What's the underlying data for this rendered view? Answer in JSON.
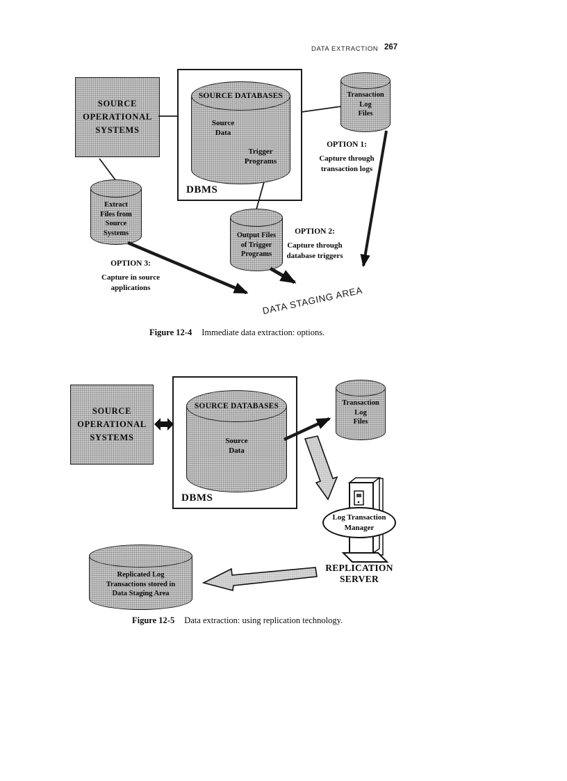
{
  "header": {
    "running_head": "DATA EXTRACTION",
    "page_number": "267"
  },
  "colors": {
    "fill_gray": "#c6c6c6",
    "texture_dot": "#8f8f8f",
    "block_arrow_gray": "#d6d6d6",
    "line_black": "#1a1a1a",
    "paper": "#ffffff"
  },
  "figure1": {
    "caption_label": "Figure 12-4",
    "caption_text": "Immediate data extraction: options.",
    "source_operational_systems": "SOURCE\nOPERATIONAL\nSYSTEMS",
    "dbms_label": "DBMS",
    "source_databases_title": "SOURCE DATABASES",
    "source_data": "Source\nData",
    "trigger_programs": "Trigger\nPrograms",
    "transaction_log_files": "Transaction\nLog\nFiles",
    "extract_files": "Extract\nFiles from\nSource\nSystems",
    "output_files": "Output Files\nof Trigger\nPrograms",
    "option1_title": "OPTION 1:",
    "option1_body": "Capture through\ntransaction logs",
    "option2_title": "OPTION 2:",
    "option2_body": "Capture through\ndatabase triggers",
    "option3_title": "OPTION 3:",
    "option3_body": "Capture in source\napplications",
    "staging_label": "DATA STAGING AREA"
  },
  "figure2": {
    "caption_label": "Figure 12-5",
    "caption_text": "Data extraction: using replication technology.",
    "source_operational_systems": "SOURCE\nOPERATIONAL\nSYSTEMS",
    "dbms_label": "DBMS",
    "source_databases_title": "SOURCE DATABASES",
    "source_data": "Source\nData",
    "transaction_log_files": "Transaction\nLog\nFiles",
    "log_transaction_manager": "Log Transaction\nManager",
    "replication_server": "REPLICATION\nSERVER",
    "replicated_log": "Replicated Log\nTransactions stored in\nData Staging Area"
  }
}
